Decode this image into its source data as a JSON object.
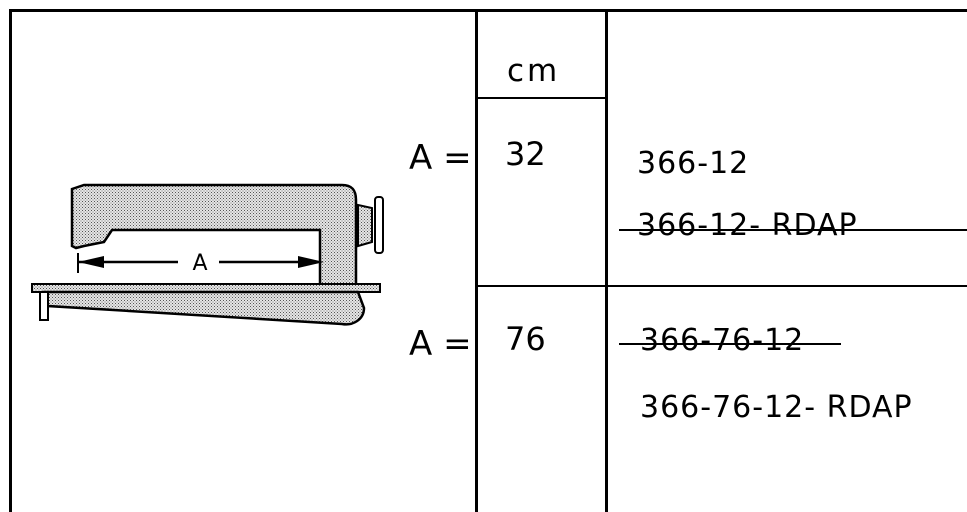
{
  "header": {
    "unit": "cm"
  },
  "illustration": {
    "dimension_label": "A"
  },
  "rows": [
    {
      "label": "A =",
      "value": "32",
      "models": [
        {
          "text": "366-12",
          "struck": false
        },
        {
          "text": "366-12- RDAP",
          "struck": true
        }
      ]
    },
    {
      "label": "A =",
      "value": "76",
      "models": [
        {
          "text": "366-76-12",
          "struck": true
        },
        {
          "text": "366-76-12- RDAP",
          "struck": false
        }
      ]
    }
  ]
}
